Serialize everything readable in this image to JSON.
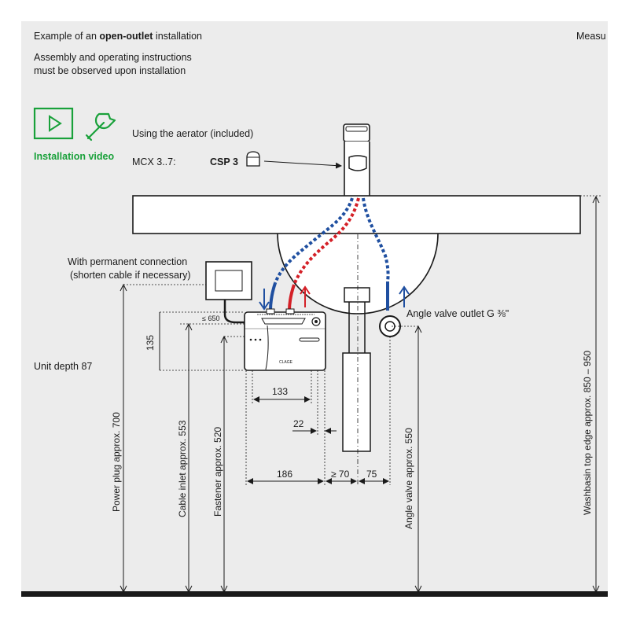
{
  "header": {
    "line1_prefix": "Example of an ",
    "line1_bold": "open-outlet",
    "line1_suffix": " installation",
    "line2": "Assembly and operating instructions",
    "line3": "must be observed upon installation",
    "right_cut": "Measu"
  },
  "video": {
    "label": "Installation video"
  },
  "aerator": {
    "intro": "Using the aerator (included)",
    "model": "MCX 3..7:",
    "part": "CSP 3"
  },
  "labels": {
    "permanent_1": "With permanent connection",
    "permanent_2": "(shorten cable if necessary)",
    "unit_depth": "Unit depth 87",
    "angle_valve_outlet": "Angle valve outlet G ⅜\"",
    "brand": "CLAGE"
  },
  "dimensions": {
    "le650": "≤ 650",
    "d135": "135",
    "d133": "133",
    "d22": "22",
    "d186": "186",
    "ge70": "≥ 70",
    "d75": "75",
    "power_plug": "Power plug approx. 700",
    "cable_inlet": "Cable inlet approx. 553",
    "fastener": "Fastener approx. 520",
    "angle_valve": "Angle valve approx. 550",
    "washbasin": "Washbasin top edge approx. 850 – 950"
  },
  "colors": {
    "panel": "#ececec",
    "green": "#19a13a",
    "hot": "#d42027",
    "cold": "#1f4fa0",
    "line": "#1a1a1a"
  },
  "icons": [
    "play-icon",
    "wrench-icon",
    "cold-arrow-icon",
    "hot-arrow-icon",
    "angle-valve-icon",
    "aerator-icon"
  ]
}
